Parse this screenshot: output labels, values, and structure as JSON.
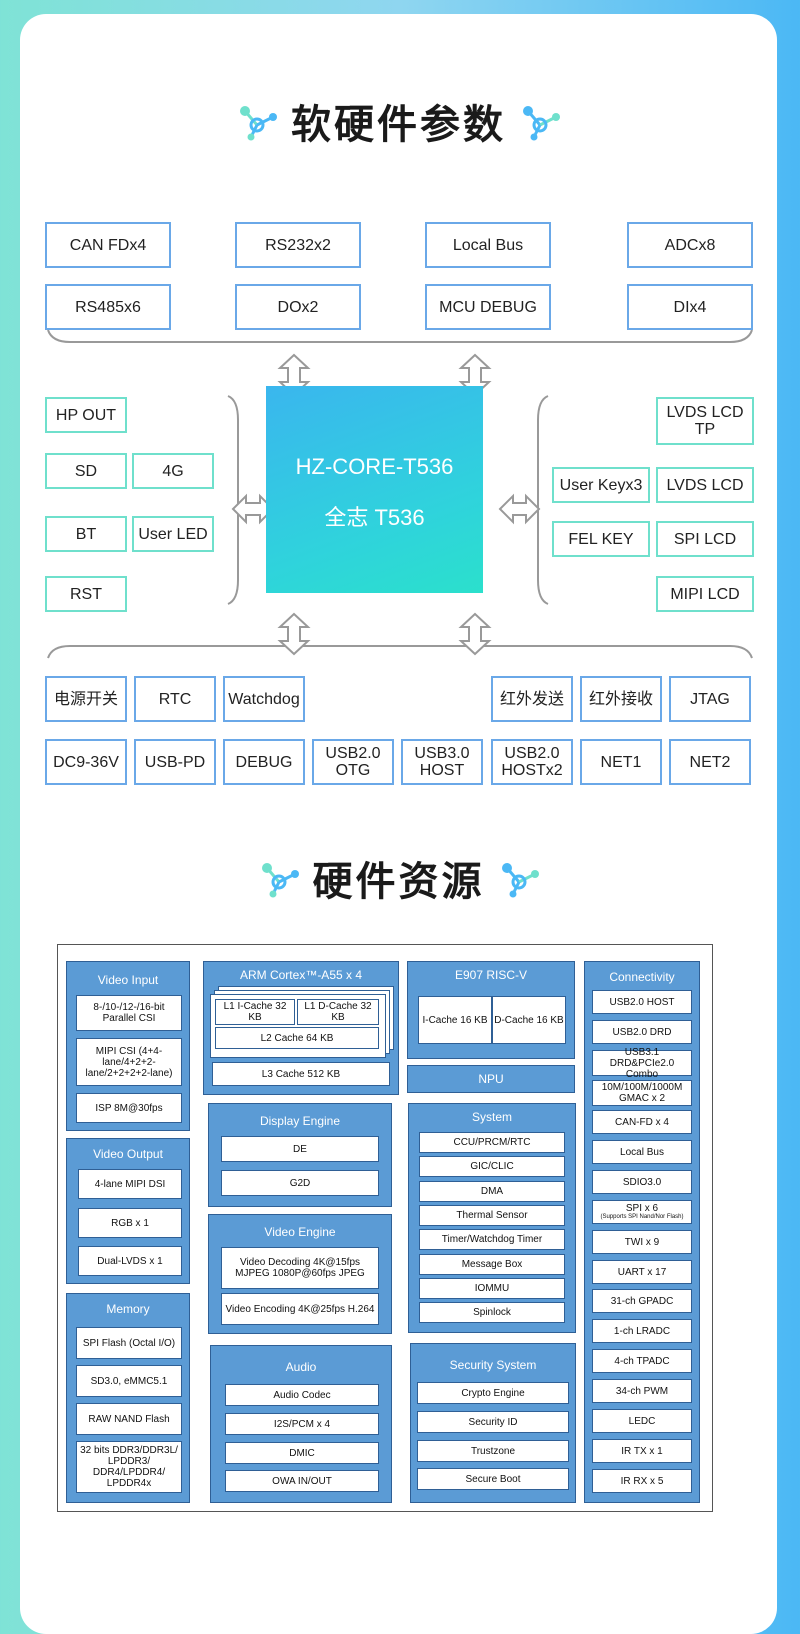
{
  "titles": {
    "software_hardware": "软硬件参数",
    "hardware_resources": "硬件资源"
  },
  "core": {
    "line1": "HZ-CORE-T536",
    "line2": "全志 T536"
  },
  "top_boxes": [
    "CAN FDx4",
    "RS232x2",
    "Local Bus",
    "ADCx8",
    "RS485x6",
    "DOx2",
    "MCU DEBUG",
    "DIx4"
  ],
  "left_boxes": [
    "HP OUT",
    "SD",
    "4G",
    "BT",
    "User LED",
    "RST"
  ],
  "right_boxes": [
    "LVDS LCD TP",
    "User Keyx3",
    "LVDS LCD",
    "FEL KEY",
    "SPI LCD",
    "MIPI LCD"
  ],
  "bottom_row1": [
    "电源开关",
    "RTC",
    "Watchdog",
    "红外发送",
    "红外接收",
    "JTAG"
  ],
  "bottom_row2": [
    "DC9-36V",
    "USB-PD",
    "DEBUG",
    "USB2.0 OTG",
    "USB3.0 HOST",
    "USB2.0 HOSTx2",
    "NET1",
    "NET2"
  ],
  "hw": {
    "video_input": {
      "title": "Video Input",
      "items": [
        "8-/10-/12-/16-bit Parallel CSI",
        "MIPI CSI (4+4-lane/4+2+2-lane/2+2+2+2-lane)",
        "ISP 8M@30fps"
      ]
    },
    "video_output": {
      "title": "Video Output",
      "items": [
        "4-lane MIPI DSI",
        "RGB x 1",
        "Dual-LVDS x 1"
      ]
    },
    "memory": {
      "title": "Memory",
      "items": [
        "SPI Flash (Octal I/O)",
        "SD3.0, eMMC5.1",
        "RAW NAND Flash",
        "32 bits DDR3/DDR3L/ LPDDR3/ DDR4/LPDDR4/ LPDDR4x"
      ]
    },
    "arm": {
      "title": "ARM Cortex™-A55 x 4",
      "l1i": "L1 I-Cache 32 KB",
      "l1d": "L1 D-Cache 32 KB",
      "l2": "L2 Cache 64 KB",
      "l3": "L3 Cache 512 KB"
    },
    "display": {
      "title": "Display Engine",
      "items": [
        "DE",
        "G2D"
      ]
    },
    "video_engine": {
      "title": "Video Engine",
      "items": [
        "Video Decoding 4K@15fps MJPEG 1080P@60fps JPEG",
        "Video Encoding 4K@25fps H.264"
      ]
    },
    "audio": {
      "title": "Audio",
      "items": [
        "Audio Codec",
        "I2S/PCM x 4",
        "DMIC",
        "OWA IN/OUT"
      ]
    },
    "risc": {
      "title": "E907 RISC-V",
      "icache": "I-Cache 16 KB",
      "dcache": "D-Cache 16 KB"
    },
    "npu": {
      "title": "NPU"
    },
    "system": {
      "title": "System",
      "items": [
        "CCU/PRCM/RTC",
        "GIC/CLIC",
        "DMA",
        "Thermal Sensor",
        "Timer/Watchdog Timer",
        "Message Box",
        "IOMMU",
        "Spinlock"
      ]
    },
    "security": {
      "title": "Security System",
      "items": [
        "Crypto Engine",
        "Security ID",
        "Trustzone",
        "Secure Boot"
      ]
    },
    "connectivity": {
      "title": "Connectivity",
      "items": [
        "USB2.0 HOST",
        "USB2.0 DRD",
        "USB3.1 DRD&PCIe2.0 Combo",
        "10M/100M/1000M GMAC x 2",
        "CAN-FD x 4",
        "Local Bus",
        "SDIO3.0",
        "SPI x 6",
        "TWI x 9",
        "UART x 17",
        "31-ch GPADC",
        "1-ch LRADC",
        "4-ch TPADC",
        "34-ch PWM",
        "LEDC",
        "IR TX x 1",
        "IR RX x 5"
      ],
      "spi_note": "(Supports SPI Nand/Nor Flash)"
    }
  },
  "colors": {
    "accent_blue": "#6aa8e8",
    "accent_teal": "#6fe0cc",
    "block_blue": "#5b9bd5"
  }
}
